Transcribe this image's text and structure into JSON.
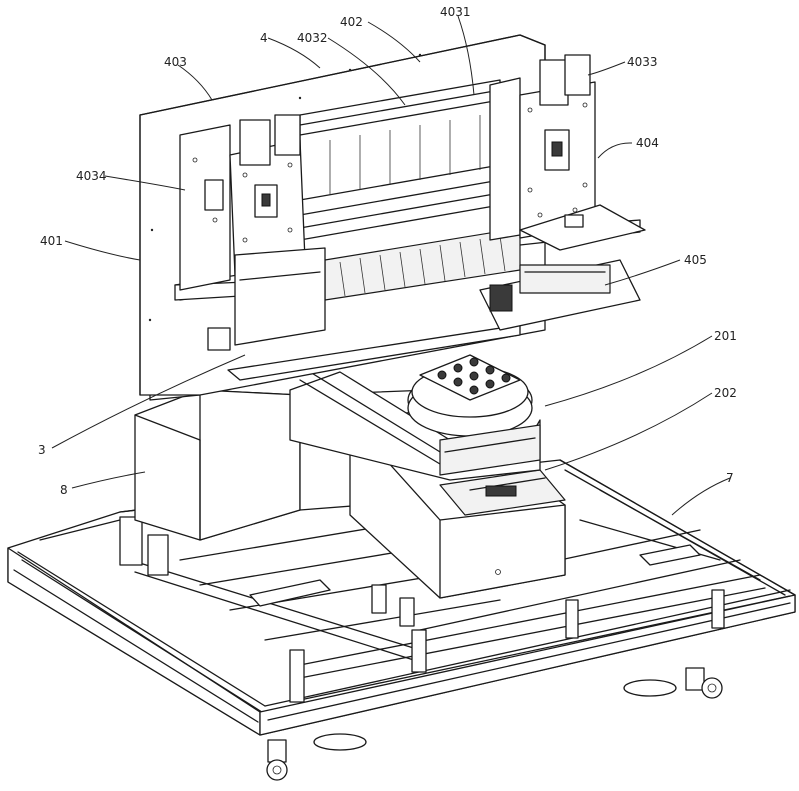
{
  "figure": {
    "description_labels": [
      {
        "id": "4",
        "text": "4"
      },
      {
        "id": "402",
        "text": "402"
      },
      {
        "id": "4031",
        "text": "4031"
      },
      {
        "id": "4032",
        "text": "4032"
      },
      {
        "id": "403",
        "text": "403"
      },
      {
        "id": "4033",
        "text": "4033"
      },
      {
        "id": "404",
        "text": "404"
      },
      {
        "id": "4034",
        "text": "4034"
      },
      {
        "id": "401",
        "text": "401"
      },
      {
        "id": "405",
        "text": "405"
      },
      {
        "id": "201",
        "text": "201"
      },
      {
        "id": "202",
        "text": "202"
      },
      {
        "id": "3",
        "text": "3"
      },
      {
        "id": "8",
        "text": "8"
      },
      {
        "id": "7",
        "text": "7"
      }
    ]
  },
  "colors": {
    "line": "#1a1a1a",
    "background": "#ffffff"
  }
}
